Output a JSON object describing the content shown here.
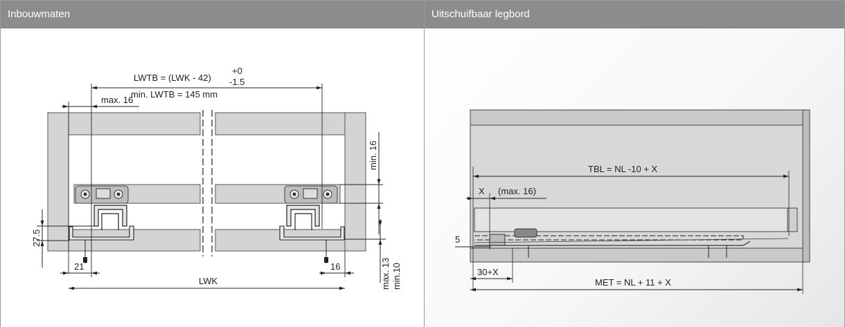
{
  "panels": {
    "left": {
      "title": "Inbouwmaten"
    },
    "right": {
      "title": "Uitschuifbaar legbord"
    }
  },
  "left_labels": {
    "lwtb_formula": "LWTB = (LWK - 42)",
    "tol_plus": "+0",
    "tol_minus": "-1.5",
    "min_lwtb": "min. LWTB = 145 mm",
    "max16": "max. 16",
    "min16": "min. 16",
    "dim_27_5": "27.5",
    "dim_21": "21",
    "dim_16": "16",
    "lwk": "LWK",
    "max13": "max. 13",
    "min10": "min.10"
  },
  "right_labels": {
    "tbl": "TBL = NL -10 + X",
    "x": "X",
    "max16": "(max. 16)",
    "five": "5",
    "thirty_x": "30+X",
    "met": "MET = NL + 11 + X"
  },
  "colors": {
    "header": "#8c8c8c",
    "panel_gray": "#d4d4d4",
    "line": "#222222"
  }
}
